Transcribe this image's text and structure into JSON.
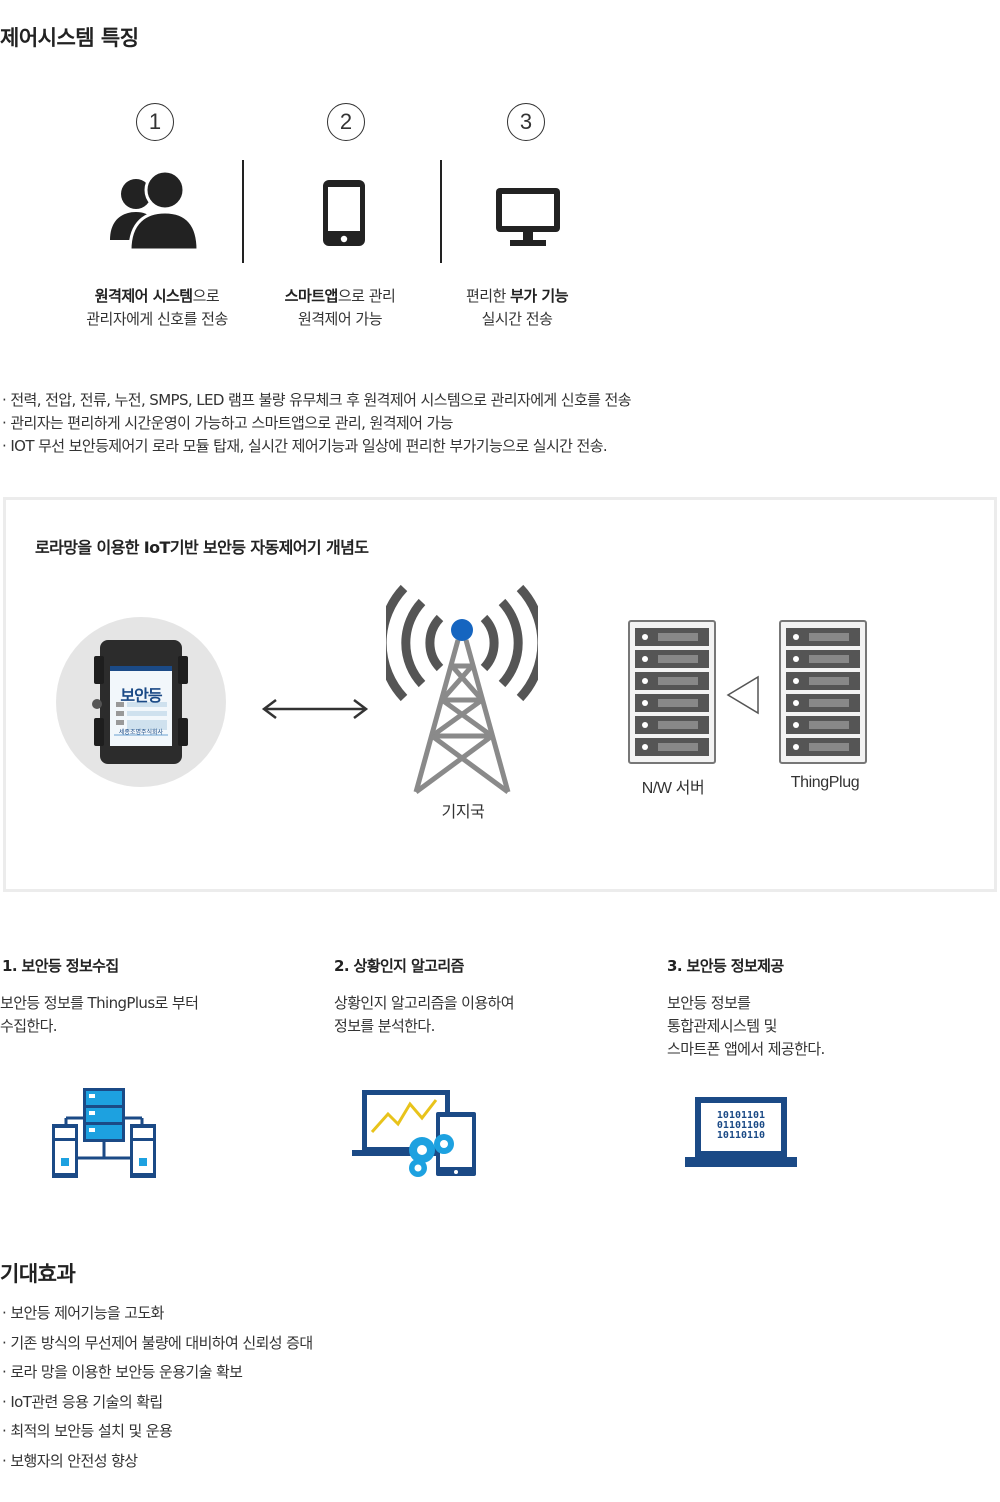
{
  "features": {
    "title": "제어시스템 특징",
    "items": [
      {
        "num": "1",
        "cap_bold_1": "원격제어 시스템",
        "cap_normal_1": "으로",
        "cap_line2": "관리자에게 신호를 전송"
      },
      {
        "num": "2",
        "cap_bold_1": "스마트앱",
        "cap_normal_1": "으로 관리",
        "cap_line2": "원격제어 가능"
      },
      {
        "num": "3",
        "cap_normal_1": "편리한 ",
        "cap_bold_1": "부가 기능",
        "cap_line2": "실시간 전송"
      }
    ],
    "bullets": [
      "· 전력, 전압, 전류, 누전, SMPS, LED 램프 불량 유무체크 후 원격제어 시스템으로 관리자에게 신호를 전송",
      "· 관리자는 편리하게 시간운영이 가능하고 스마트앱으로 관리, 원격제어 가능",
      "· IOT 무선 보안등제어기 로라 모듈 탑재, 실시간 제어기능과 일상에 편리한 부가기능으로 실시간 전송."
    ]
  },
  "concept": {
    "title": "로라망을 이용한 IoT기반 보안등 자동제어기 개념도",
    "device_label": "보안등",
    "device_footer": "세종조명주식회사",
    "tower_label": "기지국",
    "nw_server_label": "N/W 서버",
    "thingplug_label": "ThingPlug"
  },
  "steps": [
    {
      "title": "1. 보안등 정보수집",
      "desc": [
        "보안등 정보를 ThingPlus로 부터",
        "수집한다."
      ]
    },
    {
      "title": "2. 상황인지 알고리즘",
      "desc": [
        "상황인지 알고리즘을 이용하여",
        "정보를 분석한다."
      ]
    },
    {
      "title": "3. 보안등 정보제공",
      "desc": [
        "보안등 정보를",
        "통합관제시스템 및",
        "스마트폰 앱에서 제공한다."
      ],
      "screen_lines": [
        "10101101",
        "01101100",
        "10110110"
      ]
    }
  ],
  "effects": {
    "title": "기대효과",
    "items": [
      "· 보안등 제어기능을 고도화",
      "· 기존 방식의 무선제어 불량에 대비하여 신뢰성 증대",
      "· 로라 망을 이용한 보안등 운용기술 확보",
      "· IoT관련 응용 기술의 확립",
      "· 최적의 보안등 설치 및 운용",
      "· 보행자의 안전성 향상"
    ]
  },
  "colors": {
    "icon_blue": "#1b4a86",
    "icon_light_blue": "#1da1e0",
    "tower_blue": "#1565c0",
    "tower_gray": "#888888"
  }
}
